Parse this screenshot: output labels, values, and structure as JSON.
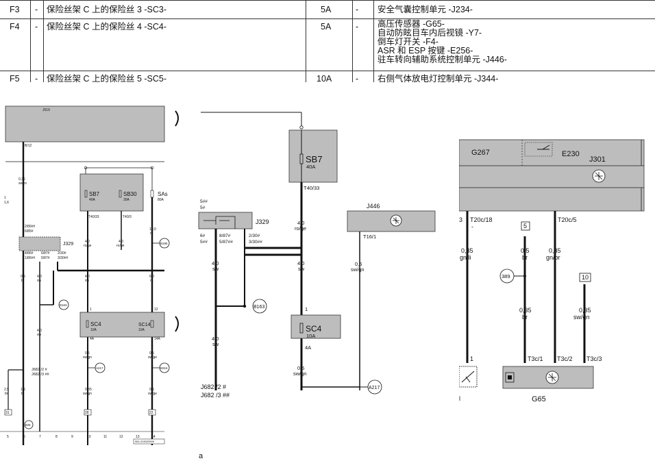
{
  "fuse_table": {
    "rows": [
      {
        "id": "F3",
        "dash": "-",
        "desc": "保险丝架 C 上的保险丝 3 -SC3-",
        "amp": "5A",
        "dash2": "-",
        "consumers": [
          "安全气囊控制单元 -J234-"
        ]
      },
      {
        "id": "F4",
        "dash": "-",
        "desc": "保险丝架 C 上的保险丝 4 -SC4-",
        "amp": "5A",
        "dash2": "-",
        "consumers": [
          "高压传感器 -G65-",
          "自动防眩目车内后视镜 -Y7-",
          "倒车灯开关 -F4-",
          "ASR 和 ESP 按键 -E256-",
          "驻车转向辅助系统控制单元 -J446-"
        ]
      },
      {
        "id": "F5",
        "dash": "-",
        "desc": "保险丝架 C 上的保险丝 5 -SC5-",
        "amp": "10A",
        "dash2": "-",
        "consumers": [
          "右侧气体放电灯控制单元 -J344-"
        ]
      }
    ]
  },
  "left_panel": {
    "j519": "J519",
    "b12": "B/12",
    "w036": "0,36",
    "c036": "sw/ro",
    "sb7": "SB7",
    "sb7a": "40A",
    "sb30": "SB30",
    "sb30a": "30A",
    "sas": "SAs",
    "sasa": "80A",
    "t4033": "T40/33",
    "t403": "T40/3",
    "w40": "4,0",
    "c_roge": "ro/ge",
    "w100": "10,0",
    "c_ro": "ro",
    "b185": "B185",
    "j329": "J329",
    "p2": "2/86##",
    "p2b": "6/85#",
    "p1": "1/86##",
    "p4": "4/86#",
    "p5": "5/87#",
    "p6": "6/87#",
    "p3": "3/30##",
    "p23": "2/30#",
    "w05": "0,5",
    "c_br": "br",
    "c_sw": "sw",
    "w60": "6,0",
    "b163": "B163",
    "sc4": "SC4",
    "sc4a": "10A",
    "sc14": "SC14",
    "sc14a": "10A",
    "pin1": "1",
    "pin12": "12",
    "a4": "4A",
    "a14": "14A",
    "w05b": "0,5",
    "c_swgn": "sw/gn",
    "c_swge": "sw/ge",
    "a217": "A217",
    "b316": "B316",
    "w035": "0,35",
    "w05c": "0,5",
    "j682a": "J682 /2 #",
    "j682b": "J682 /3 ##",
    "w15": "1,5",
    "w25": "2,5",
    "w15b": "1,5",
    "c_br2": "br",
    "box31": "31",
    "box28": "28",
    "box22": "22",
    "m": "605",
    "n5": "5",
    "n6": "6",
    "n7": "7",
    "n8": "8",
    "n9": "9",
    "n10": "10",
    "n11": "11",
    "n12": "12",
    "n13": "13",
    "n14": "14",
    "ref": "981-015020509",
    "t1": "1",
    "t1b": "1,6"
  },
  "middle_panel": {
    "sb7": "SB7",
    "sb7a": "40A",
    "t4033": "T40/33",
    "j446": "J446",
    "t161": "T16/1",
    "j329": "J329",
    "l5a": "5##",
    "l5b": "5#",
    "l6a": "6#",
    "l6b": "5##",
    "p887": "8/87#",
    "p587": "5/87##",
    "p230": "2/30#",
    "p330": "3/30##",
    "w40a": "4,0",
    "c_roge": "ro/ge",
    "w40b": "4,0",
    "c_sw": "sw",
    "w05": "0,5",
    "c_swgn": "sw/gn",
    "w40c": "4,0",
    "c_sw2": "sw",
    "b163": "B163",
    "pin1": "1",
    "sc4": "SC4",
    "sc4a": "10A",
    "a4": "4A",
    "w05b": "0,5",
    "c_swgn2": "sw/gn",
    "a217": "A217",
    "j682a": "J682 /2 #",
    "j682b": "J682 /3 ##",
    "footnote": "a"
  },
  "right_panel": {
    "g267": "G267",
    "e230": "E230",
    "j301": "J301",
    "p3": "3",
    "t20c18": "T20c/18",
    "t20c5": "T20c/5",
    "dash": "-",
    "box5": "5",
    "box10": "10",
    "w035a": "0,35",
    "c_gnli": "gn/li",
    "w05": "0,5",
    "c_br": "br",
    "w035b": "0,35",
    "c_gnbr": "gn/br",
    "n389": "389",
    "w035c": "0,35",
    "c_br2": "br",
    "w035d": "0,35",
    "c_swgn": "sw/gn",
    "pin1": "1",
    "t3c1": "T3c/1",
    "t3c2": "T3c/2",
    "t3c3": "T3c/3",
    "g65": "G65",
    "l": "l"
  }
}
